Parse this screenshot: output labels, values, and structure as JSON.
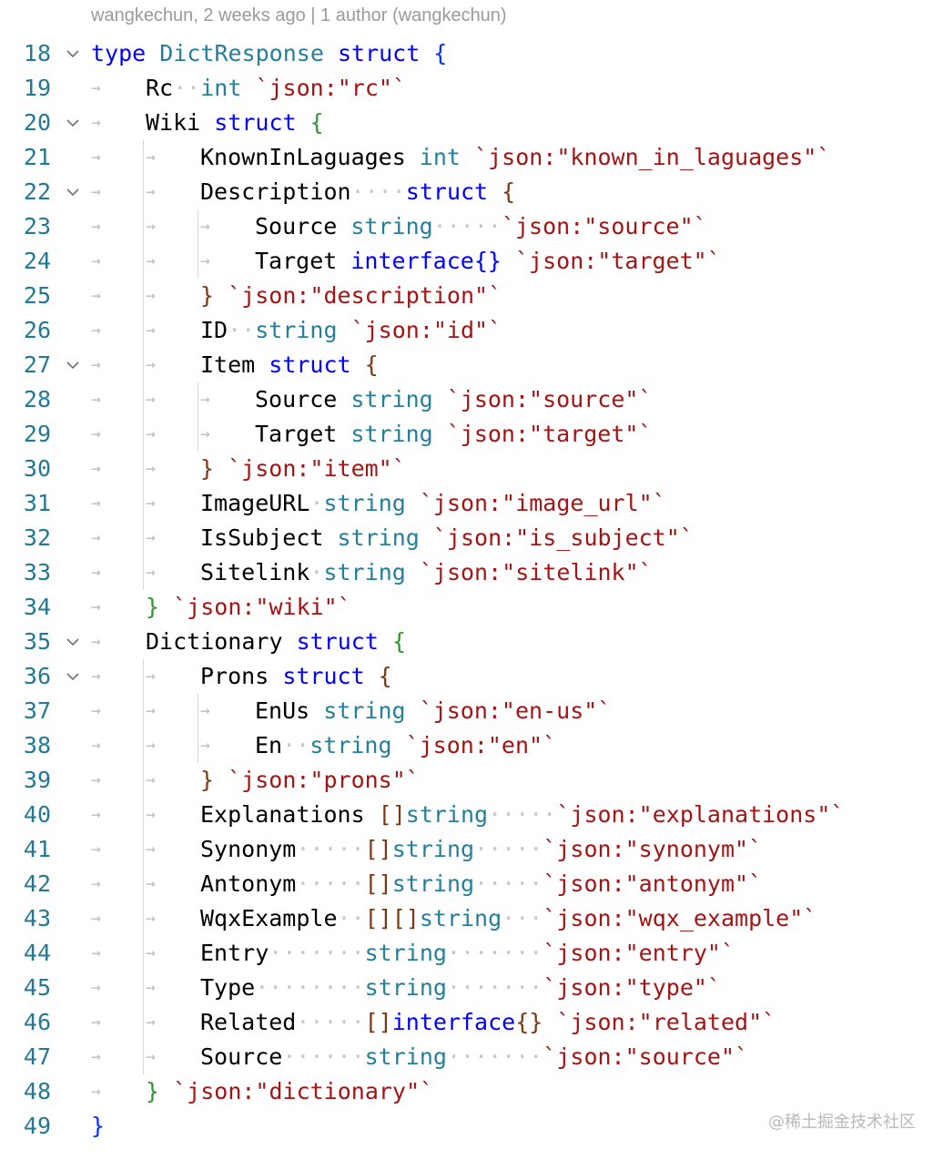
{
  "blame": "wangkechun, 2 weeks ago | 1 author (wangkechun)",
  "watermark": "@稀土掘金技术社区",
  "lines": [
    {
      "n": "18",
      "fold": true,
      "depth": 0,
      "tokens": [
        [
          "type ",
          "kw"
        ],
        [
          "DictResponse ",
          "ty"
        ],
        [
          "struct ",
          "kw"
        ],
        [
          "{",
          "b1"
        ]
      ]
    },
    {
      "n": "19",
      "fold": false,
      "depth": 1,
      "tokens": [
        [
          "Rc",
          ""
        ],
        [
          "··",
          "ws"
        ],
        [
          "int ",
          "ty"
        ],
        [
          "`json:\"rc\"`",
          "tag"
        ]
      ]
    },
    {
      "n": "20",
      "fold": true,
      "depth": 1,
      "tokens": [
        [
          "Wiki ",
          ""
        ],
        [
          "struct ",
          "kw"
        ],
        [
          "{",
          "b2"
        ]
      ]
    },
    {
      "n": "21",
      "fold": false,
      "depth": 2,
      "tokens": [
        [
          "KnownInLaguages ",
          ""
        ],
        [
          "int ",
          "ty"
        ],
        [
          "`json:\"known_in_laguages\"`",
          "tag"
        ]
      ]
    },
    {
      "n": "22",
      "fold": true,
      "depth": 2,
      "tokens": [
        [
          "Description",
          ""
        ],
        [
          "····",
          "ws"
        ],
        [
          "struct ",
          "kw"
        ],
        [
          "{",
          "b3"
        ]
      ]
    },
    {
      "n": "23",
      "fold": false,
      "depth": 3,
      "tokens": [
        [
          "Source ",
          ""
        ],
        [
          "string",
          "ty"
        ],
        [
          "·····",
          "ws"
        ],
        [
          "`json:\"source\"`",
          "tag"
        ]
      ]
    },
    {
      "n": "24",
      "fold": false,
      "depth": 3,
      "tokens": [
        [
          "Target ",
          ""
        ],
        [
          "interface{} ",
          "kw"
        ],
        [
          "`json:\"target\"`",
          "tag"
        ]
      ]
    },
    {
      "n": "25",
      "fold": false,
      "depth": 2,
      "tokens": [
        [
          "} ",
          "b3"
        ],
        [
          "`json:\"description\"`",
          "tag"
        ]
      ]
    },
    {
      "n": "26",
      "fold": false,
      "depth": 2,
      "tokens": [
        [
          "ID",
          ""
        ],
        [
          "··",
          "ws"
        ],
        [
          "string ",
          "ty"
        ],
        [
          "`json:\"id\"`",
          "tag"
        ]
      ]
    },
    {
      "n": "27",
      "fold": true,
      "depth": 2,
      "tokens": [
        [
          "Item ",
          ""
        ],
        [
          "struct ",
          "kw"
        ],
        [
          "{",
          "b3"
        ]
      ]
    },
    {
      "n": "28",
      "fold": false,
      "depth": 3,
      "tokens": [
        [
          "Source ",
          ""
        ],
        [
          "string ",
          "ty"
        ],
        [
          "`json:\"source\"`",
          "tag"
        ]
      ]
    },
    {
      "n": "29",
      "fold": false,
      "depth": 3,
      "tokens": [
        [
          "Target ",
          ""
        ],
        [
          "string ",
          "ty"
        ],
        [
          "`json:\"target\"`",
          "tag"
        ]
      ]
    },
    {
      "n": "30",
      "fold": false,
      "depth": 2,
      "tokens": [
        [
          "} ",
          "b3"
        ],
        [
          "`json:\"item\"`",
          "tag"
        ]
      ]
    },
    {
      "n": "31",
      "fold": false,
      "depth": 2,
      "tokens": [
        [
          "ImageURL",
          ""
        ],
        [
          "·",
          "ws"
        ],
        [
          "string ",
          "ty"
        ],
        [
          "`json:\"image_url\"`",
          "tag"
        ]
      ]
    },
    {
      "n": "32",
      "fold": false,
      "depth": 2,
      "tokens": [
        [
          "IsSubject ",
          ""
        ],
        [
          "string ",
          "ty"
        ],
        [
          "`json:\"is_subject\"`",
          "tag"
        ]
      ]
    },
    {
      "n": "33",
      "fold": false,
      "depth": 2,
      "tokens": [
        [
          "Sitelink",
          ""
        ],
        [
          "·",
          "ws"
        ],
        [
          "string ",
          "ty"
        ],
        [
          "`json:\"sitelink\"`",
          "tag"
        ]
      ]
    },
    {
      "n": "34",
      "fold": false,
      "depth": 1,
      "tokens": [
        [
          "} ",
          "b2"
        ],
        [
          "`json:\"wiki\"`",
          "tag"
        ]
      ]
    },
    {
      "n": "35",
      "fold": true,
      "depth": 1,
      "tokens": [
        [
          "Dictionary ",
          ""
        ],
        [
          "struct ",
          "kw"
        ],
        [
          "{",
          "b2"
        ]
      ]
    },
    {
      "n": "36",
      "fold": true,
      "depth": 2,
      "tokens": [
        [
          "Prons ",
          ""
        ],
        [
          "struct ",
          "kw"
        ],
        [
          "{",
          "b3"
        ]
      ]
    },
    {
      "n": "37",
      "fold": false,
      "depth": 3,
      "tokens": [
        [
          "EnUs ",
          ""
        ],
        [
          "string ",
          "ty"
        ],
        [
          "`json:\"en-us\"`",
          "tag"
        ]
      ]
    },
    {
      "n": "38",
      "fold": false,
      "depth": 3,
      "tokens": [
        [
          "En",
          ""
        ],
        [
          "··",
          "ws"
        ],
        [
          "string ",
          "ty"
        ],
        [
          "`json:\"en\"`",
          "tag"
        ]
      ]
    },
    {
      "n": "39",
      "fold": false,
      "depth": 2,
      "tokens": [
        [
          "} ",
          "b3"
        ],
        [
          "`json:\"prons\"`",
          "tag"
        ]
      ]
    },
    {
      "n": "40",
      "fold": false,
      "depth": 2,
      "tokens": [
        [
          "Explanations ",
          ""
        ],
        [
          "[]",
          "b3"
        ],
        [
          "string",
          "ty"
        ],
        [
          "·····",
          "ws"
        ],
        [
          "`json:\"explanations\"`",
          "tag"
        ]
      ]
    },
    {
      "n": "41",
      "fold": false,
      "depth": 2,
      "tokens": [
        [
          "Synonym",
          ""
        ],
        [
          "·····",
          "ws"
        ],
        [
          "[]",
          "b3"
        ],
        [
          "string",
          "ty"
        ],
        [
          "·····",
          "ws"
        ],
        [
          "`json:\"synonym\"`",
          "tag"
        ]
      ]
    },
    {
      "n": "42",
      "fold": false,
      "depth": 2,
      "tokens": [
        [
          "Antonym",
          ""
        ],
        [
          "·····",
          "ws"
        ],
        [
          "[]",
          "b3"
        ],
        [
          "string",
          "ty"
        ],
        [
          "·····",
          "ws"
        ],
        [
          "`json:\"antonym\"`",
          "tag"
        ]
      ]
    },
    {
      "n": "43",
      "fold": false,
      "depth": 2,
      "tokens": [
        [
          "WqxExample",
          ""
        ],
        [
          "··",
          "ws"
        ],
        [
          "[][]",
          "b3"
        ],
        [
          "string",
          "ty"
        ],
        [
          "···",
          "ws"
        ],
        [
          "`json:\"wqx_example\"`",
          "tag"
        ]
      ]
    },
    {
      "n": "44",
      "fold": false,
      "depth": 2,
      "tokens": [
        [
          "Entry",
          ""
        ],
        [
          "·······",
          "ws"
        ],
        [
          "string",
          "ty"
        ],
        [
          "·······",
          "ws"
        ],
        [
          "`json:\"entry\"`",
          "tag"
        ]
      ]
    },
    {
      "n": "45",
      "fold": false,
      "depth": 2,
      "tokens": [
        [
          "Type",
          ""
        ],
        [
          "········",
          "ws"
        ],
        [
          "string",
          "ty"
        ],
        [
          "·······",
          "ws"
        ],
        [
          "`json:\"type\"`",
          "tag"
        ]
      ]
    },
    {
      "n": "46",
      "fold": false,
      "depth": 2,
      "tokens": [
        [
          "Related",
          ""
        ],
        [
          "·····",
          "ws"
        ],
        [
          "[]",
          "b3"
        ],
        [
          "interface",
          "kw"
        ],
        [
          "{} ",
          "b3"
        ],
        [
          "`json:\"related\"`",
          "tag"
        ]
      ]
    },
    {
      "n": "47",
      "fold": false,
      "depth": 2,
      "tokens": [
        [
          "Source",
          ""
        ],
        [
          "······",
          "ws"
        ],
        [
          "string",
          "ty"
        ],
        [
          "·······",
          "ws"
        ],
        [
          "`json:\"source\"`",
          "tag"
        ]
      ]
    },
    {
      "n": "48",
      "fold": false,
      "depth": 1,
      "tokens": [
        [
          "} ",
          "b2"
        ],
        [
          "`json:\"dictionary\"`",
          "tag"
        ]
      ]
    },
    {
      "n": "49",
      "fold": false,
      "depth": 0,
      "tokens": [
        [
          "}",
          "b1"
        ]
      ]
    }
  ]
}
